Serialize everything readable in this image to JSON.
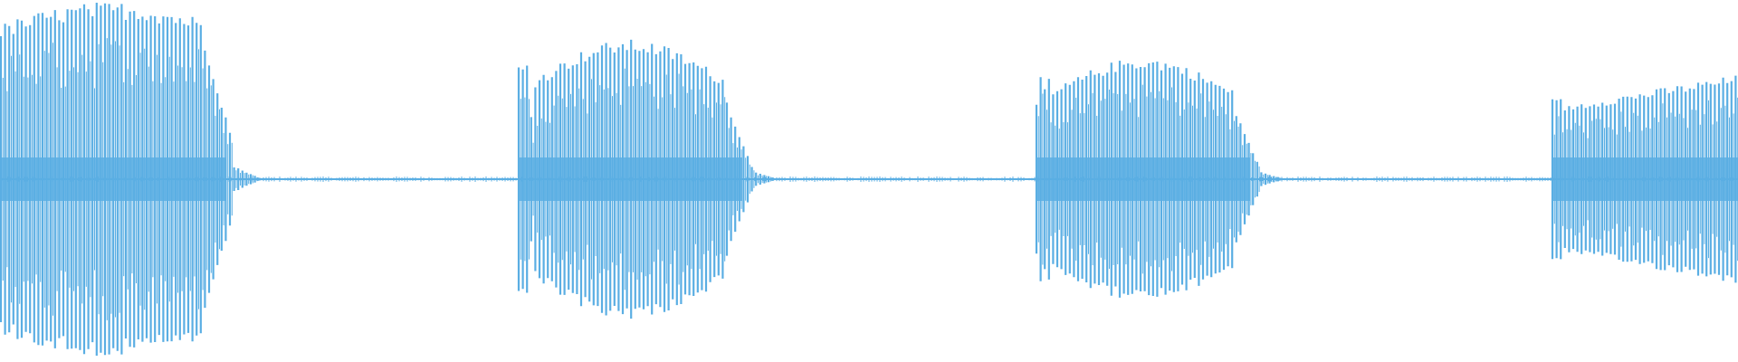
{
  "waveform": {
    "color": "#5aaee3",
    "bursts": [
      {
        "peak": 0.99,
        "shape": "decay"
      },
      {
        "peak": 0.78,
        "shape": "swell"
      },
      {
        "peak": 0.68,
        "shape": "swell"
      },
      {
        "peak": 0.58,
        "shape": "rise"
      }
    ]
  }
}
